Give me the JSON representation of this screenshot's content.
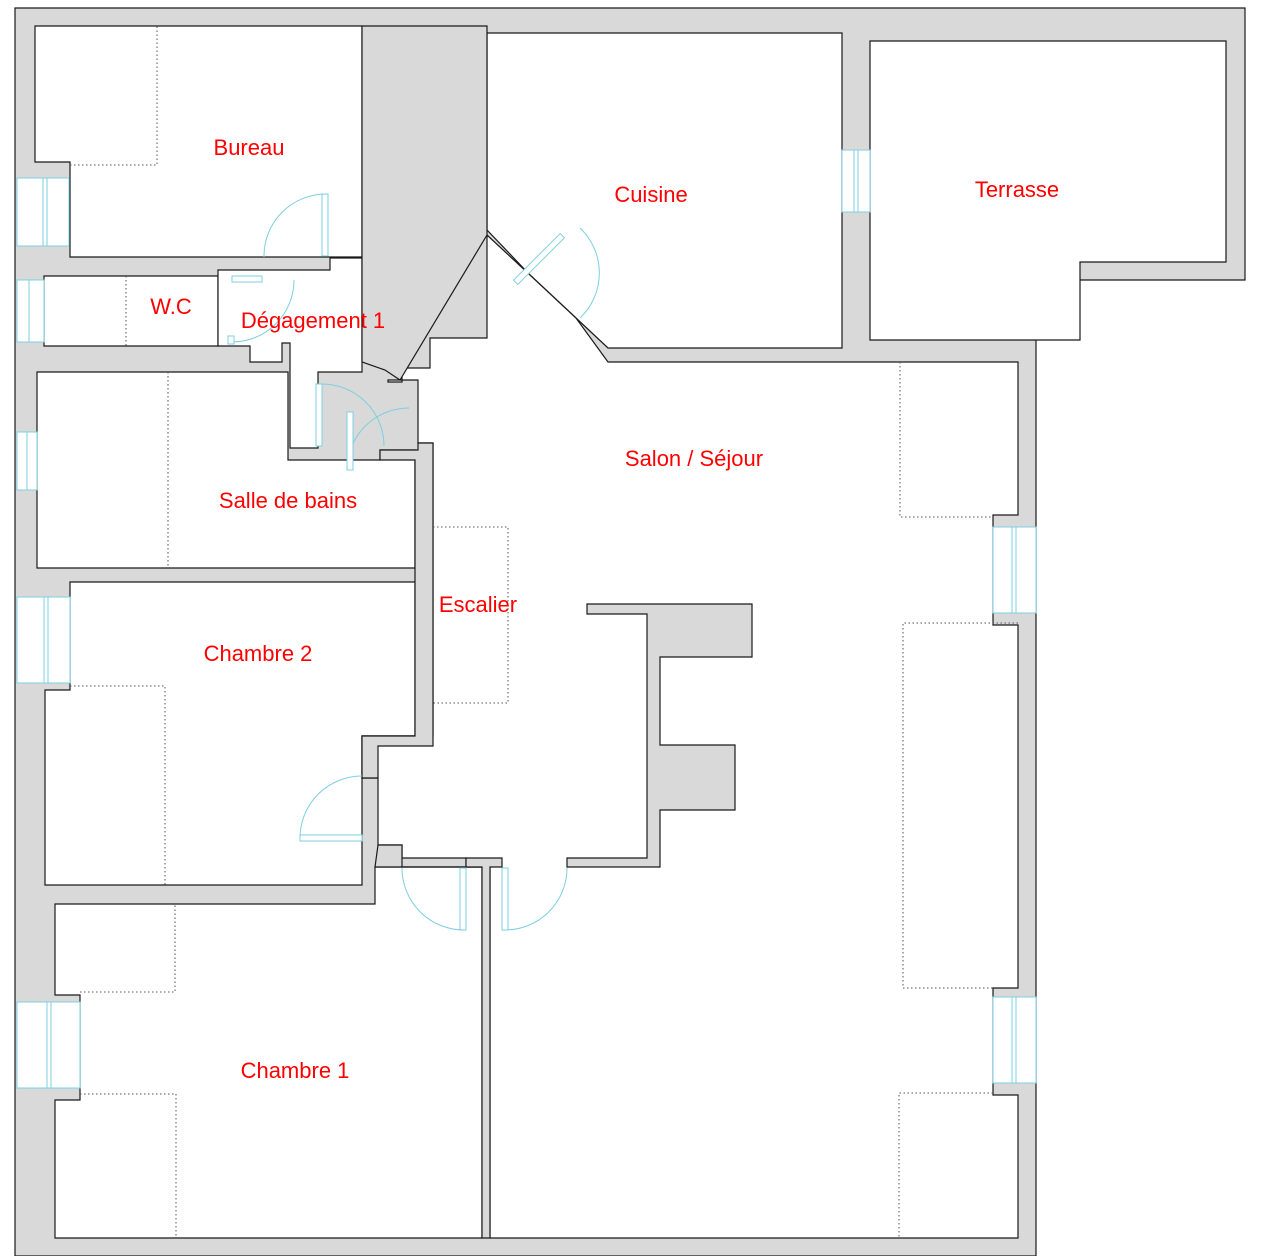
{
  "plan": {
    "colors": {
      "label": "#ff0000",
      "wall_fill": "#d9d9d9",
      "wall_stroke": "#1a1a1a",
      "opening": "#7ecfe0",
      "room_fill": "#ffffff"
    },
    "rooms": {
      "bureau": "Bureau",
      "cuisine": "Cuisine",
      "terrasse": "Terrasse",
      "wc": "W.C",
      "degagement": "Dégagement 1",
      "salon": "Salon / Séjour",
      "salle_de_bains": "Salle de bains",
      "escalier": "Escalier",
      "chambre2": "Chambre 2",
      "chambre1": "Chambre 1"
    }
  }
}
